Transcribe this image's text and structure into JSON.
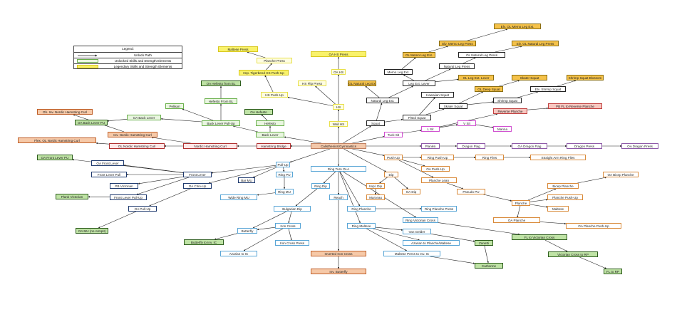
{
  "legend": {
    "title": "Legend:",
    "unlock_path": "Unlock Path",
    "unlocked_skills": "Unlocked Skills and Strength Elements",
    "legendary_skills": "Legendary Skills and Strength Elements"
  },
  "colors": {
    "gold": {
      "border": "#8a6d10",
      "fill": "#f5c24a"
    },
    "yellow": {
      "border": "#e8e04a",
      "fill": "#fefde2"
    },
    "yellowfill": {
      "border": "#d8c820",
      "fill": "#f9f26a"
    },
    "green": {
      "border": "#6ab04c",
      "fill": "#eaf6e1"
    },
    "greenfill": {
      "border": "#2e5e1e",
      "fill": "#bfe3a5"
    },
    "red": {
      "border": "#b03030",
      "fill": "#ffe6e6"
    },
    "orangefill": {
      "border": "#c0602a",
      "fill": "#f6c9a8"
    },
    "navy": {
      "border": "#1f3a6e",
      "fill": "#ffffff"
    },
    "blue": {
      "border": "#5aa6d6",
      "fill": "#ffffff"
    },
    "orange": {
      "border": "#d98a3a",
      "fill": "#ffffff"
    },
    "black": {
      "border": "#222222",
      "fill": "#ffffff"
    },
    "purple": {
      "border": "#8e5aa8",
      "fill": "#ffffff"
    },
    "magenta": {
      "border": "#d050d0",
      "fill": "#ffffff"
    },
    "pinkfill": {
      "border": "#c04040",
      "fill": "#f7c7c0"
    },
    "center": {
      "border": "#c08060",
      "fill": "#f3c8aa"
    }
  },
  "nodes": {
    "cal": "Calisthenics/Gymnastics",
    "hsp": "OA HS Press",
    "oahs": "OA HS",
    "hs": "HS",
    "wallhs": "Wall HS",
    "malteseP": "Maltese Press",
    "planchP": "Planche Press",
    "impTig": "Imp. Tigerbend HS Push-Up",
    "hsFlipP": "HS Flip Press",
    "hsPU": "HS Push-Up",
    "oaHeflBL": "OA Hefesto from BL",
    "heflFromBL": "Hefesto From BL",
    "oaHefesto": "OA Hefesto",
    "hefesto": "Hefesto",
    "backLever": "Back Lever",
    "blPullUp": "Back Lever Pull-Up",
    "oaBackLever": "OA Back Lever",
    "oaBLPU": "OA Back Lever PU",
    "pelikan": "Pelikan",
    "ohNordic": "Oh. Inv. Nordic Hamstring Curl",
    "invNordic": "Inv. Nordic Hamstring Curl",
    "flexNordic": "Flex. OL Nordic Hamstring Curl",
    "olNordic": "OL Nordic Hamstring Curl",
    "nordic": "Nordic Hamstring Curl",
    "hamBridge": "Hamstring Bridge",
    "oaFrontLeverPU": "OA Front Lever PU",
    "oaFrontLever": "OA Front Lever",
    "frontLeverPull": "Front Lever Pull",
    "pbVictorian": "PB Victorian",
    "frontLeverPullUp": "Front Lever Pull-Up",
    "planVictorian": "Plank Victorian",
    "oaPullUp": "OA Pull-Up",
    "oaMU": "OA MU (no Armpit)",
    "frontLever": "Front Lever",
    "oaChinUp": "OA Chin-Up",
    "pullUp": "Pull-Up",
    "barMU": "Bar MU",
    "ringPU": "Ring PU",
    "ringMU": "Ring MU",
    "wideRingMU": "Wide Ring MU",
    "ringDip": "Ring Dip",
    "bulgarianDip": "Bulgarian Dip",
    "butterfly": "Butterfly",
    "ironCross": "Iron Cross",
    "butterflyIC": "Butterfly to Inv. IC",
    "ironCrossPress": "Iron Cross Press",
    "azarian": "Azarian to IC",
    "ringTurnOut": "Ring Turn OLA",
    "reach": "Reach",
    "ringPlanche": "Ring Planche",
    "ringPlancheP": "Ring Planche Press",
    "ringMaltese": "Ring Maltese",
    "invertedIC": "Inverted Iron Cross",
    "invButterfly": "Inv. Butterfly",
    "ringVicCross": "Ring Victorian Cross",
    "vanGelder": "Van Gelder",
    "azarianPM": "Azarian to Planche/Maltese",
    "maltesePIC": "Maltese Press to Inv. IC",
    "zanetti": "Zanetti",
    "carbone": "Carbonne",
    "pushUp": "Push-Up",
    "dip": "Dip",
    "oaDip": "OA Dip",
    "oaPushUp": "OA Push-Up",
    "plancheLean": "Planche Lean",
    "pseudoPU": "Pseudo PU",
    "ringPushUp": "Ring Push-Up",
    "ringFlies": "Ring Flies",
    "straightArm": "Straight Arm Ring Flies",
    "mantaDip": "Impl. Dip",
    "marceau": "Marceau",
    "planche": "Planche",
    "bicepPlanche": "Bicep Planche",
    "oaBicepPlanche": "OA Bicep Planche",
    "plancheP": "Planche Push-Up",
    "maltese": "Maltese",
    "oaPlanche": "OA Planche",
    "oaPlanchePU": "OA Planche Push-Up",
    "flVicCross": "FL to Victorian Cross",
    "vicCrossRP": "Victorian Cross to RP",
    "flToRP": "FL to RP",
    "tuckSit": "Tuck Sit",
    "lsit": "L Sit",
    "vsit": "V Sit",
    "manna": "Manna",
    "reversePlanche": "Reverse Planche",
    "pbflReverse": "PB FL to Reverse Planche",
    "planksi": "Planksi",
    "dragonFlag": "Dragon Flag",
    "oaDragonFlag": "OA Dragon Flag",
    "dragonPress": "Dragon Press",
    "oaDragonPress": "OA Dragon Press",
    "squat": "Squat",
    "pistolSquat": "Pistol Squat",
    "skaSquat": "Skater Squat",
    "shrimpSquat": "Shrimp Squat",
    "elvShrimp": "Elv. Shrimp Squat",
    "shrimpBlossom": "Shrimp Squat Blossom",
    "oaDeepSquat": "OL Deep Squat",
    "hawaiianSquat": "Hawaiian Squat",
    "naturalLegExt": "Natural Leg Ext.",
    "olNaturalLegExt": "OL Natural Leg Ext.",
    "legExtLever": "Leg Ext. Lever",
    "oaLegExtLever": "OL Leg Ext. Lever",
    "naturalLegPress": "Natural Leg Press",
    "olNaturalLegPress": "OL Natural Leg Press",
    "elvOaNaturalLegPress": "Elv. OL Natural Leg Press",
    "memaLegExt": "Memo Leg Ext.",
    "olMemaLegExt": "OL Memo Leg Ext.",
    "elvMemaLegPress": "Elv. Memo Leg Press",
    "elvMemaLegExt": "Elv. OL Memo Leg Ext.",
    "skater": "Skater Squat"
  }
}
